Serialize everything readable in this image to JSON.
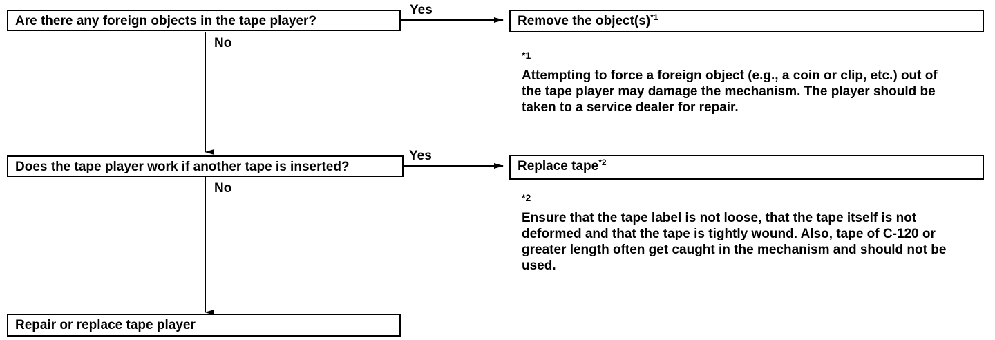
{
  "flowchart": {
    "q1": {
      "text": "Are there any foreign objects in the tape player?"
    },
    "q2": {
      "text": "Does the tape player work if another tape is inserted?"
    },
    "a1": {
      "text": "Remove the object(s)",
      "ref": "*1"
    },
    "a2": {
      "text": "Replace tape",
      "ref": "*2"
    },
    "end": {
      "text": "Repair or replace tape player"
    },
    "yes_label": "Yes",
    "no_label": "No"
  },
  "notes": {
    "n1": {
      "mark": "*1",
      "text": "Attempting to force a foreign object (e.g., a coin or clip, etc.) out of the tape player may damage the mechanism. The player should be taken to a service dealer for repair."
    },
    "n2": {
      "mark": "*2",
      "text": "Ensure that the tape label is not loose, that the tape itself is not deformed and that the tape is tightly wound. Also, tape of C-120 or greater length often get caught in the mechanism and should not be used."
    }
  }
}
